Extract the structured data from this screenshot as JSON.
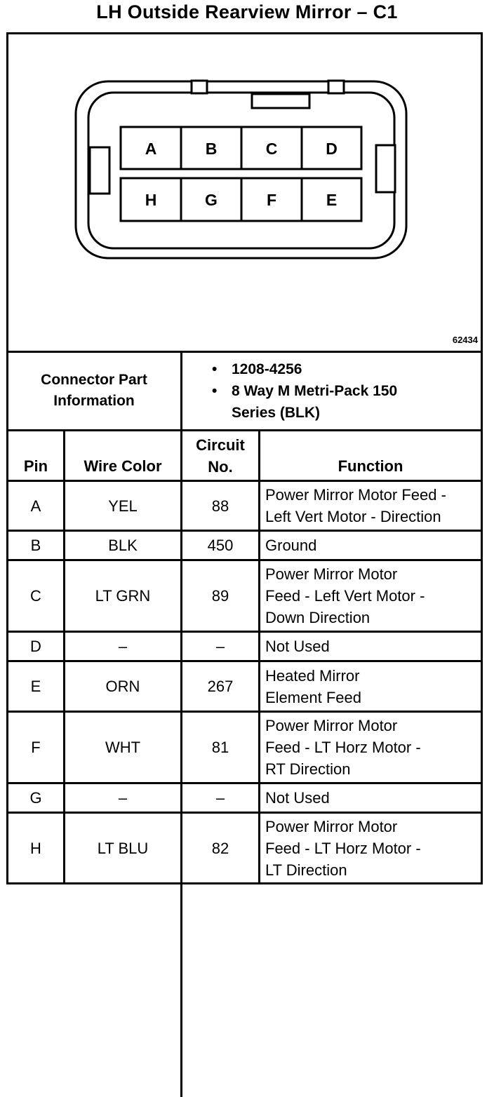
{
  "title": "LH Outside Rearview Mirror – C1",
  "figure_id": "62434",
  "connector": {
    "pins_top": [
      "A",
      "B",
      "C",
      "D"
    ],
    "pins_bottom": [
      "H",
      "G",
      "F",
      "E"
    ]
  },
  "connector_info": {
    "label_line1": "Connector Part",
    "label_line2": "Information",
    "bullet1": "1208-4256",
    "bullet2_line1": "8 Way M Metri-Pack 150",
    "bullet2_line2": "Series (BLK)"
  },
  "table": {
    "headers": {
      "pin": "Pin",
      "wire_color": "Wire Color",
      "circuit_line1": "Circuit",
      "circuit_line2": "No.",
      "function": "Function"
    },
    "rows": [
      {
        "pin": "A",
        "wire": "YEL",
        "circuit": "88",
        "function": [
          "Power Mirror Motor Feed -",
          "Left Vert Motor - Direction"
        ]
      },
      {
        "pin": "B",
        "wire": "BLK",
        "circuit": "450",
        "function": [
          "Ground"
        ]
      },
      {
        "pin": "C",
        "wire": "LT GRN",
        "circuit": "89",
        "function": [
          "Power Mirror Motor",
          "Feed - Left Vert Motor -",
          "Down Direction"
        ]
      },
      {
        "pin": "D",
        "wire": "–",
        "circuit": "–",
        "function": [
          "Not Used"
        ]
      },
      {
        "pin": "E",
        "wire": "ORN",
        "circuit": "267",
        "function": [
          "Heated Mirror",
          "Element Feed"
        ]
      },
      {
        "pin": "F",
        "wire": "WHT",
        "circuit": "81",
        "function": [
          "Power Mirror Motor",
          "Feed - LT Horz Motor -",
          "RT Direction"
        ]
      },
      {
        "pin": "G",
        "wire": "–",
        "circuit": "–",
        "function": [
          "Not Used"
        ]
      },
      {
        "pin": "H",
        "wire": "LT BLU",
        "circuit": "82",
        "function": [
          "Power Mirror Motor",
          "Feed - LT Horz Motor -",
          "LT Direction"
        ]
      }
    ]
  }
}
